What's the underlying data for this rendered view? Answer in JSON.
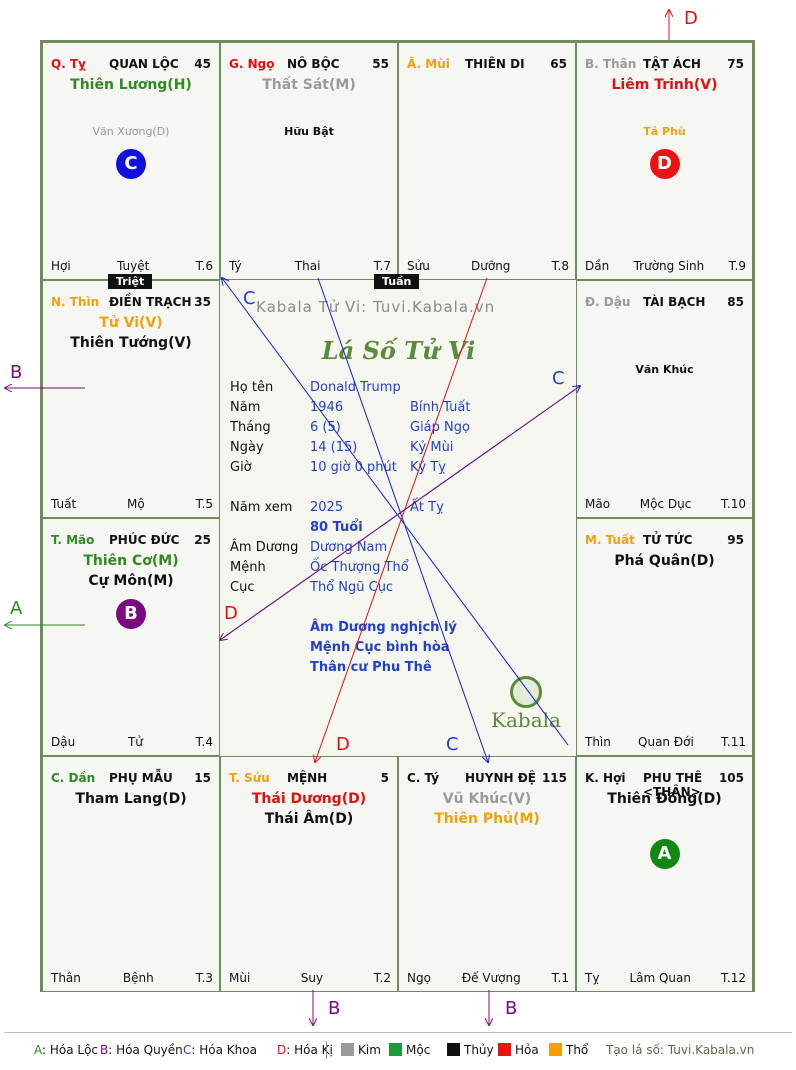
{
  "colors": {
    "green": "#2e8b22",
    "gray": "#9a9a9a",
    "red": "#e01010",
    "orange": "#f0a010",
    "black": "#111111",
    "blue": "#2340c8",
    "purple": "#7a0a80"
  },
  "cells": {
    "ty": {
      "can": "Q. Tỵ",
      "name": "QUAN LỘC",
      "age": "45",
      "stars": [
        "Thiên Lương(H)"
      ],
      "minor": [
        "Văn Xương(D)"
      ],
      "circle": "C",
      "foot": [
        "Hợi",
        "Tuyệt",
        "T.6"
      ]
    },
    "ngo": {
      "can": "G. Ngọ",
      "name": "NÔ BỘC",
      "age": "55",
      "stars": [
        "Thất Sát(M)"
      ],
      "minor": [
        "Hữu Bật"
      ],
      "foot": [
        "Tý",
        "Thai",
        "T.7"
      ]
    },
    "mui": {
      "can": "Ã. Mùi",
      "name": "THIÊN DI",
      "age": "65",
      "stars": [],
      "minor": [],
      "foot": [
        "Sửu",
        "Dưỡng",
        "T.8"
      ]
    },
    "than": {
      "can": "B. Thân",
      "name": "TẬT ÁCH",
      "age": "75",
      "stars": [
        "Liêm Trinh(V)"
      ],
      "minor": [
        "Tả Phù"
      ],
      "circle": "D",
      "foot": [
        "Dần",
        "Trường Sinh",
        "T.9"
      ]
    },
    "thin": {
      "can": "N. Thìn",
      "name": "ĐIỀN TRẠCH",
      "age": "35",
      "stars": [
        "Tử Vi(V)",
        "Thiên Tướng(V)"
      ],
      "minor": [],
      "foot": [
        "Tuất",
        "Mộ",
        "T.5"
      ]
    },
    "dau": {
      "can": "Đ. Dậu",
      "name": "TÀI BẠCH",
      "age": "85",
      "stars": [],
      "minor": [
        "Văn Khúc"
      ],
      "foot": [
        "Mão",
        "Mộc Dục",
        "T.10"
      ]
    },
    "mao": {
      "can": "T. Mão",
      "name": "PHÚC ĐỨC",
      "age": "25",
      "stars": [
        "Thiên Cơ(M)",
        "Cự Môn(M)"
      ],
      "minor": [],
      "circle": "B",
      "foot": [
        "Dậu",
        "Tử",
        "T.4"
      ]
    },
    "tuat": {
      "can": "M. Tuất",
      "name": "TỬ TỨC",
      "age": "95",
      "stars": [
        "Phá Quân(D)"
      ],
      "minor": [],
      "foot": [
        "Thìn",
        "Quan Đới",
        "T.11"
      ]
    },
    "dan": {
      "can": "C. Dần",
      "name": "PHỤ MẪU",
      "age": "15",
      "stars": [
        "Tham Lang(D)"
      ],
      "minor": [],
      "foot": [
        "Thân",
        "Bệnh",
        "T.3"
      ]
    },
    "suu": {
      "can": "T. Sửu",
      "name": "MỆNH",
      "age": "5",
      "stars": [
        "Thái Dương(D)",
        "Thái Âm(D)"
      ],
      "minor": [],
      "foot": [
        "Mùi",
        "Suy",
        "T.2"
      ]
    },
    "ty2": {
      "can": "C. Tý",
      "name": "HUYNH ĐỆ",
      "age": "115",
      "stars": [
        "Vũ Khúc(V)",
        "Thiên Phủ(M)"
      ],
      "minor": [],
      "foot": [
        "Ngọ",
        "Đế Vượng",
        "T.1"
      ]
    },
    "hoi": {
      "can": "K. Hợi",
      "name": "PHU THÊ <THÂN>",
      "age": "105",
      "stars": [
        "Thiên Đồng(D)"
      ],
      "minor": [],
      "circle": "A",
      "foot": [
        "Tỵ",
        "Lâm Quan",
        "T.12"
      ]
    }
  },
  "tags": {
    "triet": "Triệt",
    "tuan": "Tuần"
  },
  "center": {
    "watermark": "Kabala Tử Vi: Tuvi.Kabala.vn",
    "title": "Lá Số Tử Vi",
    "rows": [
      {
        "label": "Họ tên",
        "v1": "Donald Trump",
        "v2": ""
      },
      {
        "label": "Năm",
        "v1": "1946",
        "v2": "Bính Tuất"
      },
      {
        "label": "Tháng",
        "v1": "6  (5)",
        "v2": "Giáp Ngọ"
      },
      {
        "label": "Ngày",
        "v1": "14  (15)",
        "v2": "Kỷ Mùi"
      },
      {
        "label": "Giờ",
        "v1": "10 giờ 0 phút",
        "v2": "Kỷ Tỵ"
      },
      {
        "label": "Năm xem",
        "v1": "2025",
        "v2": "Ất Tỵ"
      },
      {
        "label": "",
        "v1": "80 Tuổi",
        "v2": ""
      },
      {
        "label": "Âm Dương",
        "v1": "Dương Nam",
        "v2": ""
      },
      {
        "label": "Mệnh",
        "v1": "Ốc Thượng Thổ",
        "v2": ""
      },
      {
        "label": "Cục",
        "v1": "Thổ Ngũ Cục",
        "v2": ""
      }
    ],
    "notes": [
      "Âm Dương nghịch lý",
      "Mệnh Cục bình hòa",
      "Thân cư Phu Thê"
    ],
    "logo": "Kabala"
  },
  "arrow_letters": [
    "D",
    "B",
    "C",
    "A",
    "D",
    "C",
    "D",
    "C",
    "B",
    "B"
  ],
  "legend": {
    "items": [
      {
        "key": "A",
        "text": ": Hóa Lộc"
      },
      {
        "key": "B",
        "text": ": Hóa Quyền"
      },
      {
        "key": "C",
        "text": ": Hóa Khoa"
      },
      {
        "key": "D",
        "text": ": Hóa Kị"
      }
    ],
    "elements": [
      "Kim",
      "Mộc",
      "Thủy",
      "Hỏa",
      "Thổ"
    ],
    "element_colors": [
      "#9a9a9a",
      "#1a9a3a",
      "#111111",
      "#ee1111",
      "#f5a000"
    ],
    "site": "Tạo lá số: Tuvi.Kabala.vn"
  }
}
